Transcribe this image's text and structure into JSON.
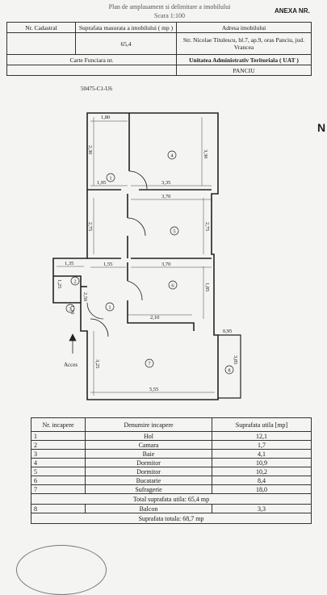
{
  "header": {
    "title": "Plan de amplasament si delimitare a imobilului",
    "scale": "Scara 1:100",
    "annex": "ANEXA NR."
  },
  "info_table": {
    "cadastral_label": "Nr. Cadastral",
    "area_label": "Suprafata masurata a imobilului ( mp )",
    "address_label": "Adresa imobilului",
    "area_value": "65,4",
    "address_value": "Str. Nicolae Titulescu, bl.7, ap.9, oras Panciu, jud. Vrancea",
    "carte_label": "Carte Funciara nr.",
    "uat_label": "Unitatea Administrativ Teritoriala ( UAT )",
    "uat_value": "PANCIU"
  },
  "plan": {
    "cadastral_code": "50475-C1-U6",
    "north": "N",
    "access_label": "Acces",
    "dimensions": {
      "d_1_80": "1,80",
      "d_2_30": "2,30",
      "d_3_30": "3,30",
      "d_1_95": "1,95",
      "d_3_35": "3,35",
      "d_3_70a": "3,70",
      "d_2_75a": "2,75",
      "d_2_75b": "2,75",
      "d_1_35": "1,35",
      "d_1_55": "1,55",
      "d_3_70b": "3,70",
      "d_1_25": "1,25",
      "d_2_50": "2,50",
      "d_1_85": "1,85",
      "d_2_10": "2,10",
      "d_0_95": "0,95",
      "d_3_25": "3,25",
      "d_3_85": "3,85",
      "d_5_55": "5,55",
      "d_1_10": "1,10"
    },
    "room_numbers": {
      "r1a": "1",
      "r1b": "1",
      "r2": "2",
      "r3": "3",
      "r4": "4",
      "r5": "5",
      "r6": "6",
      "r7": "7",
      "r8": "8"
    }
  },
  "rooms_table": {
    "headers": {
      "nr": "Nr. incapere",
      "name": "Denumire incapere",
      "area": "Suprafata utila [mp]"
    },
    "rows": [
      {
        "nr": "1",
        "name": "Hol",
        "area": "12,1"
      },
      {
        "nr": "2",
        "name": "Camara",
        "area": "1,7"
      },
      {
        "nr": "3",
        "name": "Baie",
        "area": "4,1"
      },
      {
        "nr": "4",
        "name": "Dormitor",
        "area": "10,9"
      },
      {
        "nr": "5",
        "name": "Dormitor",
        "area": "10,2"
      },
      {
        "nr": "6",
        "name": "Bucatarie",
        "area": "8,4"
      },
      {
        "nr": "7",
        "name": "Sufragerie",
        "area": "18,0"
      }
    ],
    "total_util": "Total suprafata utila: 65,4 mp",
    "balcony": {
      "nr": "8",
      "name": "Balcon",
      "area": "3,3"
    },
    "total": "Suprafata totala: 68,7 mp"
  }
}
